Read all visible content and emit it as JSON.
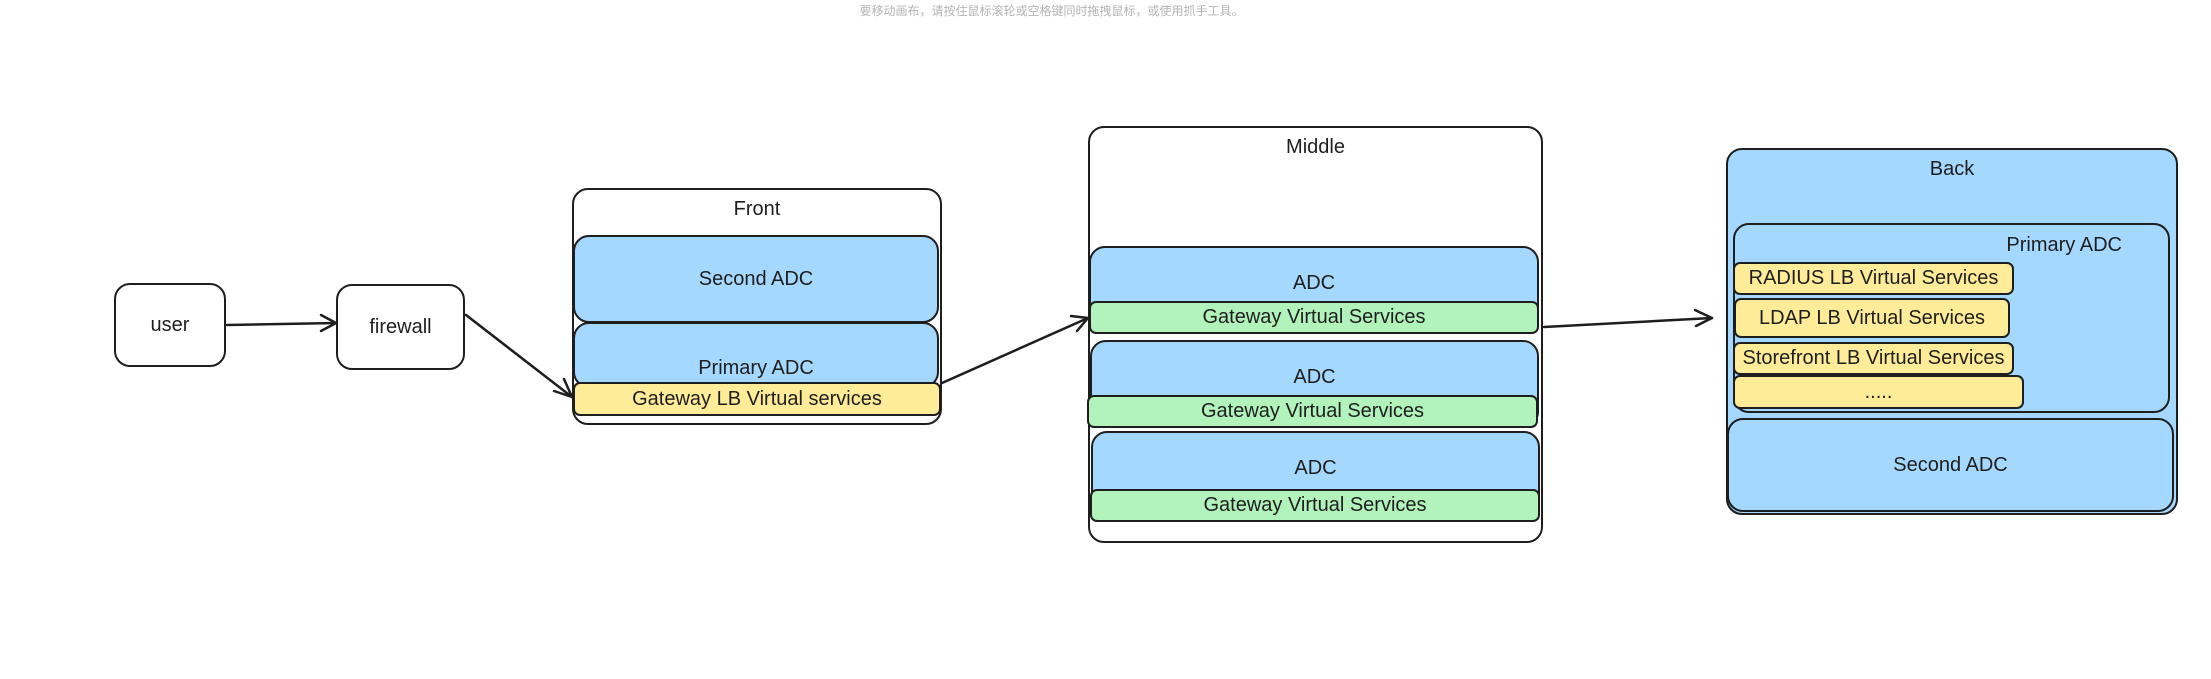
{
  "hint": "要移动画布，请按住鼠标滚轮或空格键同时拖拽鼠标，或使用抓手工具。",
  "nodes": {
    "user": "user",
    "firewall": "firewall",
    "front": {
      "title": "Front",
      "second_adc": "Second ADC",
      "primary_adc": "Primary ADC",
      "gateway_lb": "Gateway LB Virtual services"
    },
    "middle": {
      "title": "Middle",
      "adc_1": "ADC",
      "gateway_1": "Gateway Virtual Services",
      "adc_2": "ADC",
      "gateway_2": "Gateway Virtual Services",
      "adc_3": "ADC",
      "gateway_3": "Gateway Virtual Services"
    },
    "back": {
      "title": "Back",
      "primary_adc": "Primary ADC",
      "radius_lb": "RADIUS LB Virtual Services",
      "ldap_lb": "LDAP LB Virtual Services",
      "storefront_lb": "Storefront LB Virtual Services",
      "more": ".....",
      "second_adc": "Second ADC"
    }
  },
  "colors": {
    "stroke": "#1e1e1e",
    "blue_fill": "#a5d8ff",
    "green_fill": "#b2f2bb",
    "yellow_fill": "#ffec99",
    "hint_text": "#b4b4b4"
  }
}
